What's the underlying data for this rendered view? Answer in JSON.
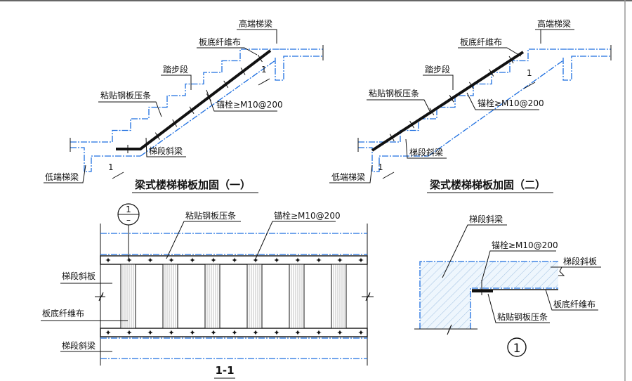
{
  "drawing_1": {
    "title": "梁式楼梯梯板加固（一）",
    "labels": {
      "high_beam": "高端梯梁",
      "fiber_cloth": "板底纤维布",
      "step_section": "踏步段",
      "steel_strip": "粘贴钢板压条",
      "anchor": "锚栓≥M10@200",
      "inclined_beam": "梯段斜梁",
      "low_beam": "低端梯梁",
      "section_mark": "1"
    }
  },
  "drawing_2": {
    "title": "梁式楼梯梯板加固（二）",
    "labels": {
      "high_beam": "高端梯梁",
      "fiber_cloth": "板底纤维布",
      "step_section": "踏步段",
      "steel_strip": "粘贴钢板压条",
      "anchor": "锚栓≥M10@200",
      "inclined_beam": "梯段斜梁",
      "low_beam": "低端梯梁",
      "section_mark": "1"
    }
  },
  "section_1_1": {
    "title": "1-1",
    "detail_ref_top": "1",
    "detail_ref_bottom": "–",
    "labels": {
      "steel_strip": "粘贴钢板压条",
      "anchor": "锚栓≥M10@200",
      "inclined_slab": "梯段斜板",
      "fiber_cloth": "板底纤维布",
      "inclined_beam": "梯段斜梁"
    }
  },
  "detail_1": {
    "title": "1",
    "labels": {
      "inclined_beam": "梯段斜梁",
      "anchor": "锚栓≥M10@200",
      "inclined_slab": "梯段斜板",
      "fiber_cloth": "板底纤维布",
      "steel_strip": "粘贴钢板压条"
    }
  },
  "colors": {
    "concrete_outline": "#1e6fe0",
    "line": "#111111"
  }
}
